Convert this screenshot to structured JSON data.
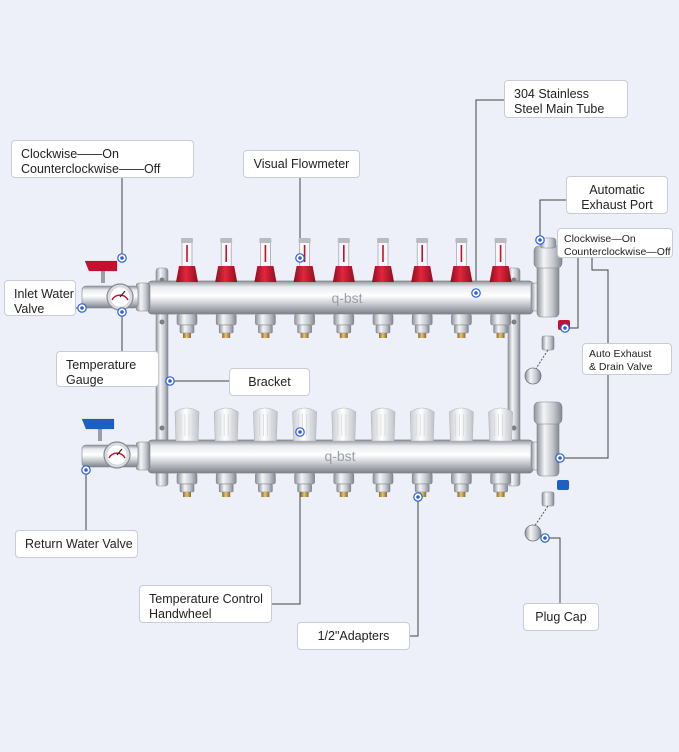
{
  "brand": "q-bst",
  "callouts": {
    "inlet_switch": {
      "line1": "Clockwise——On",
      "line2": "Counterclockwise——Off"
    },
    "flowmeter": {
      "line1": "Visual Flowmeter"
    },
    "main_tube": {
      "line1": "304 Stainless",
      "line2": "Steel Main Tube"
    },
    "exhaust_port": {
      "line1": "Automatic",
      "line2": "Exhaust Port"
    },
    "exhaust_switch": {
      "line1": "Clockwise—On",
      "line2": "Counterclockwise—Off"
    },
    "inlet_valve": {
      "line1": "Inlet Water",
      "line2": "Valve"
    },
    "temp_gauge": {
      "line1": "Temperature",
      "line2": "Gauge"
    },
    "bracket": {
      "line1": "Bracket"
    },
    "drain_valve": {
      "line1": "Auto Exhaust",
      "line2": "& Drain Valve"
    },
    "return_valve": {
      "line1": "Return Water Valve"
    },
    "handwheel": {
      "line1": "Temperature Control",
      "line2": "Handwheel"
    },
    "adapters": {
      "line1": "1/2\"Adapters"
    },
    "plug_cap": {
      "line1": "Plug Cap"
    }
  },
  "colors": {
    "background": "#eef0f9",
    "flowmeter_red": "#c8102e",
    "valve_blue": "#1d5fc4",
    "stainless": "#c9ccd2",
    "leader_line": "#444444",
    "marker_blue": "#2c5fd6"
  },
  "ports": 9
}
